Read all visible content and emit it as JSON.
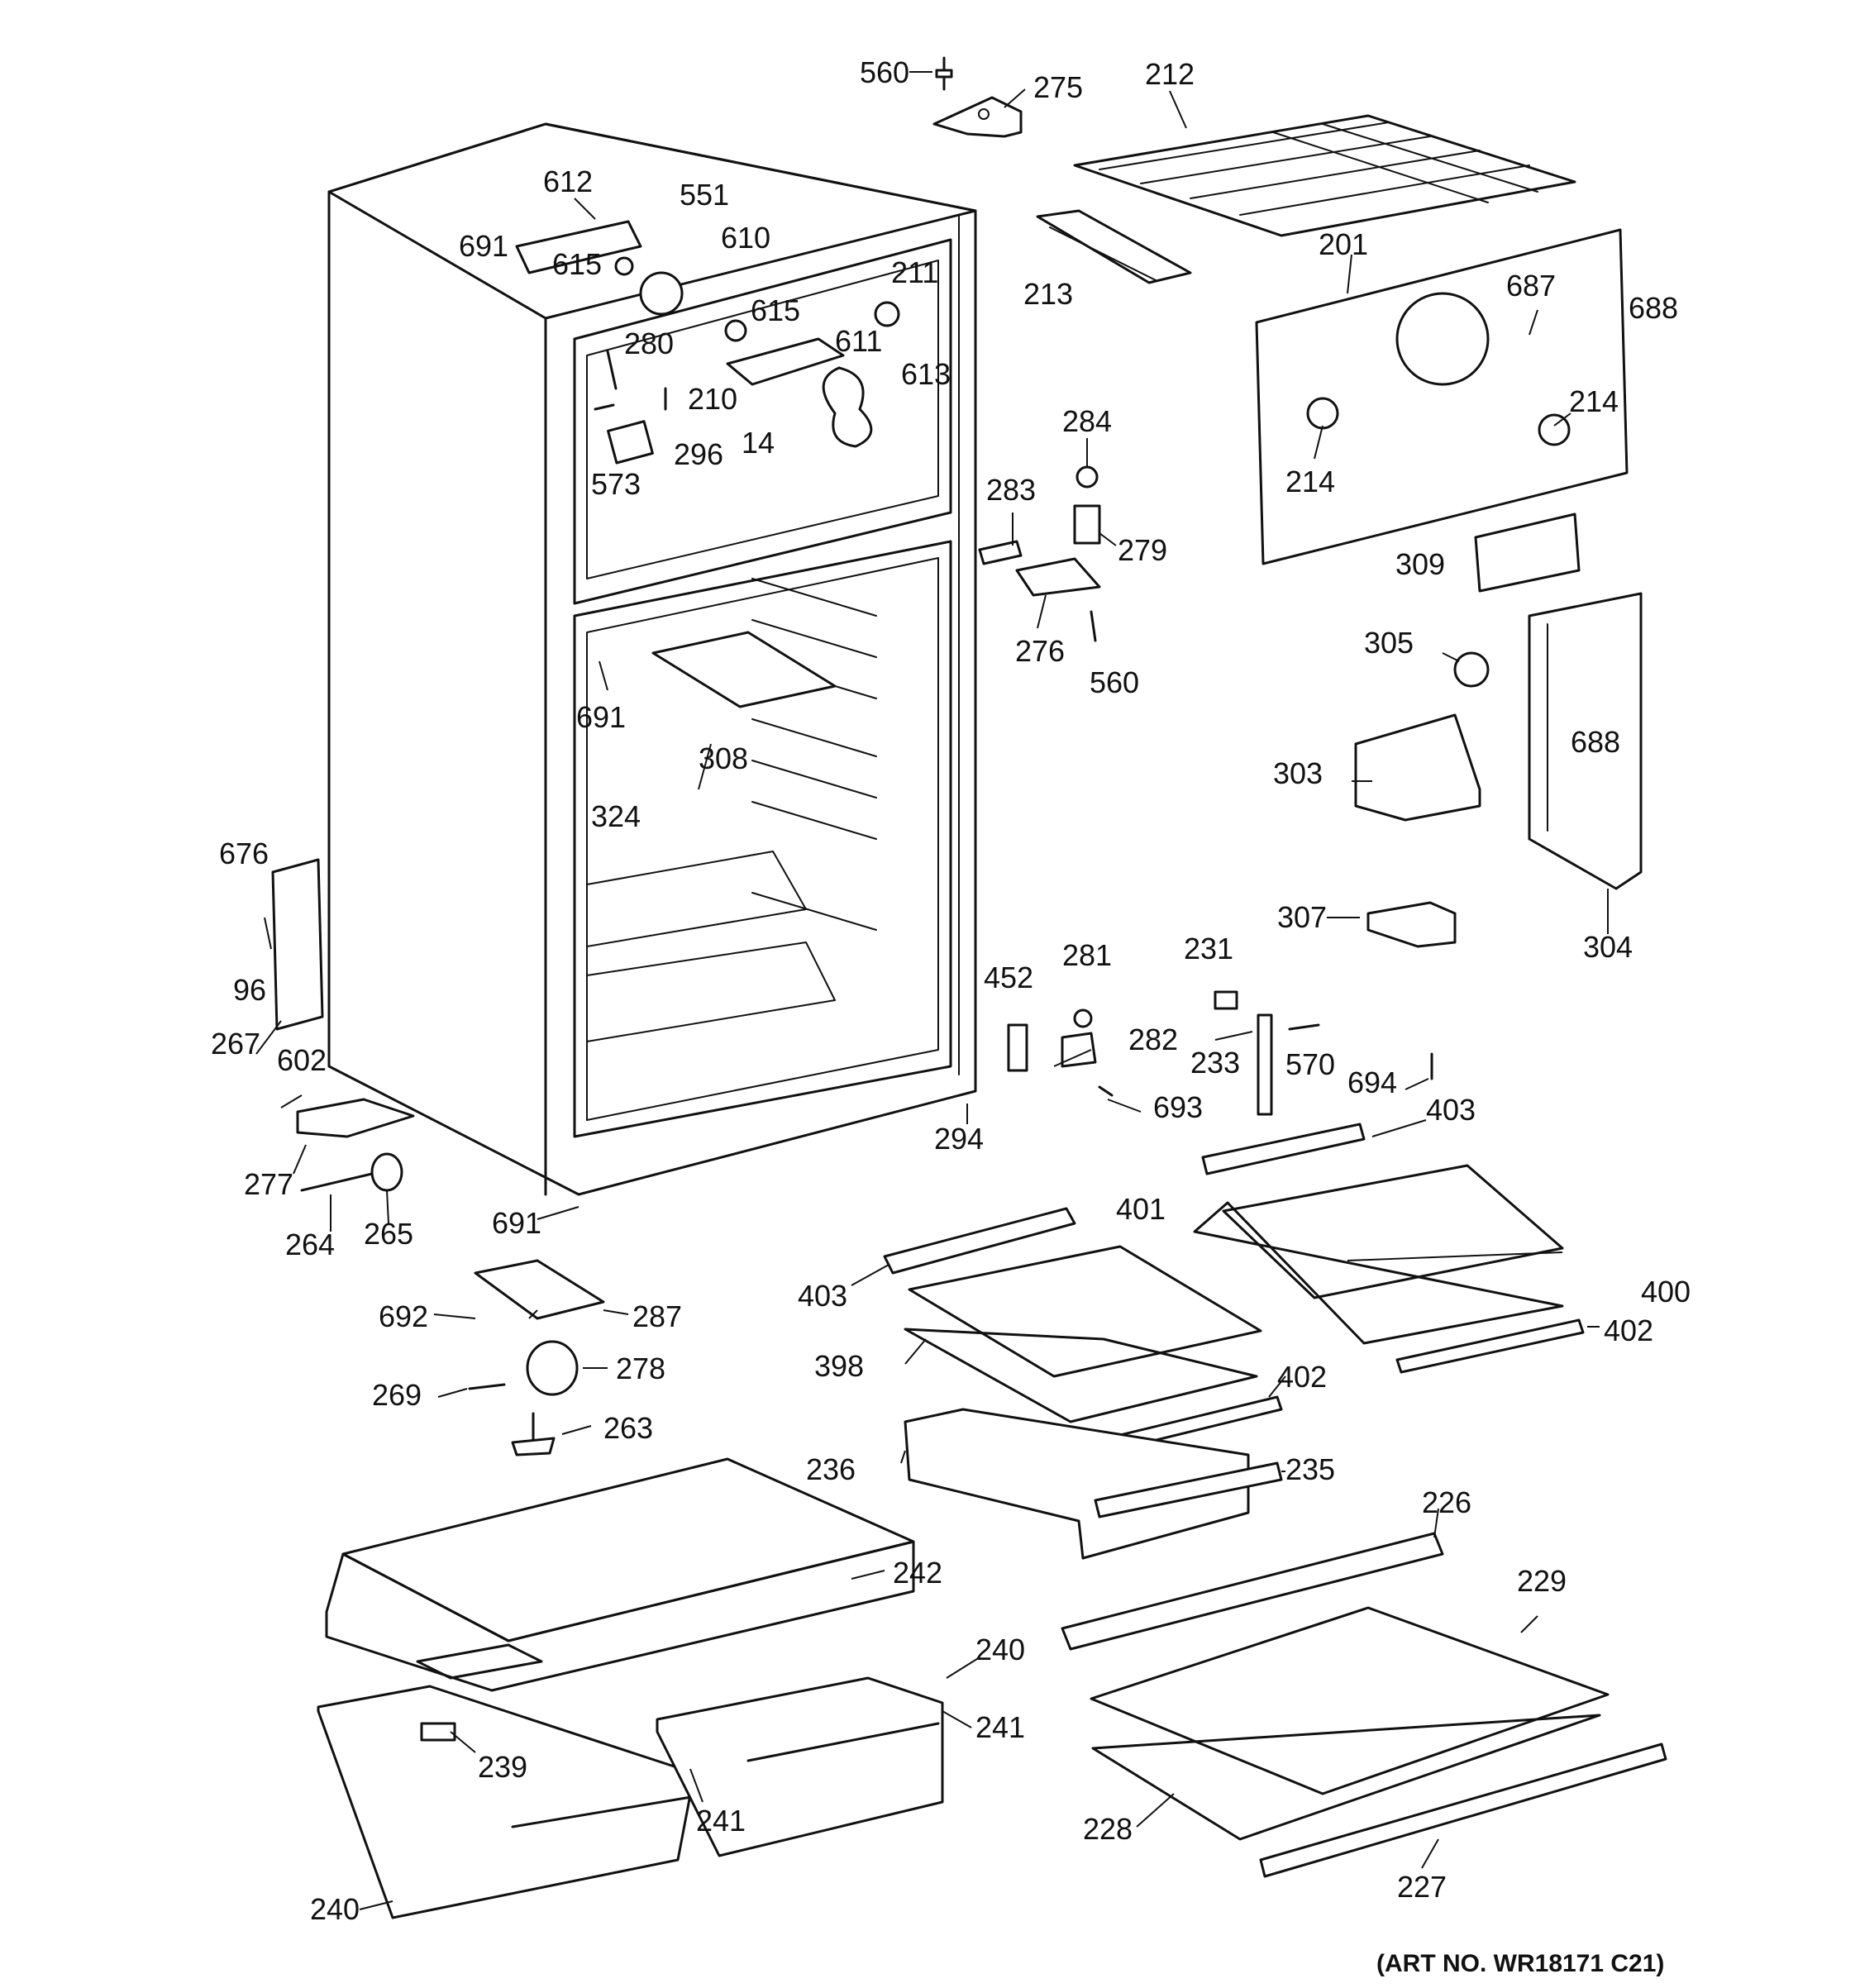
{
  "labels": {
    "p560a": "560",
    "p275": "275",
    "p212": "212",
    "p612": "612",
    "p551": "551",
    "p610": "610",
    "p691a": "691",
    "p615a": "615",
    "p211": "211",
    "p615b": "615",
    "p611": "611",
    "p280": "280",
    "p613": "613",
    "p210": "210",
    "p573": "573",
    "p296": "296",
    "p14": "14",
    "p213": "213",
    "p201": "201",
    "p687": "687",
    "p688a": "688",
    "p214a": "214",
    "p214b": "214",
    "p284": "284",
    "p283": "283",
    "p279": "279",
    "p309": "309",
    "p276": "276",
    "p560b": "560",
    "p305": "305",
    "p691b": "691",
    "p308": "308",
    "p324": "324",
    "p303": "303",
    "p688b": "688",
    "p676": "676",
    "p96": "96",
    "p307": "307",
    "p304": "304",
    "p452": "452",
    "p281": "281",
    "p231": "231",
    "p282": "282",
    "p233": "233",
    "p570": "570",
    "p267": "267",
    "p602": "602",
    "p694": "694",
    "p693": "693",
    "p294": "294",
    "p403a": "403",
    "p277": "277",
    "p401": "401",
    "p264": "264",
    "p265": "265",
    "p691c": "691",
    "p400": "400",
    "p403b": "403",
    "p402a": "402",
    "p692": "692",
    "p287": "287",
    "p398": "398",
    "p278": "278",
    "p269": "269",
    "p402b": "402",
    "p263": "263",
    "p236": "236",
    "p235": "235",
    "p226": "226",
    "p242": "242",
    "p229": "229",
    "p240a": "240",
    "p241a": "241",
    "p239": "239",
    "p241b": "241",
    "p228": "228",
    "p227": "227",
    "p240b": "240"
  },
  "art_number": "(ART NO. WR18171 C21)"
}
